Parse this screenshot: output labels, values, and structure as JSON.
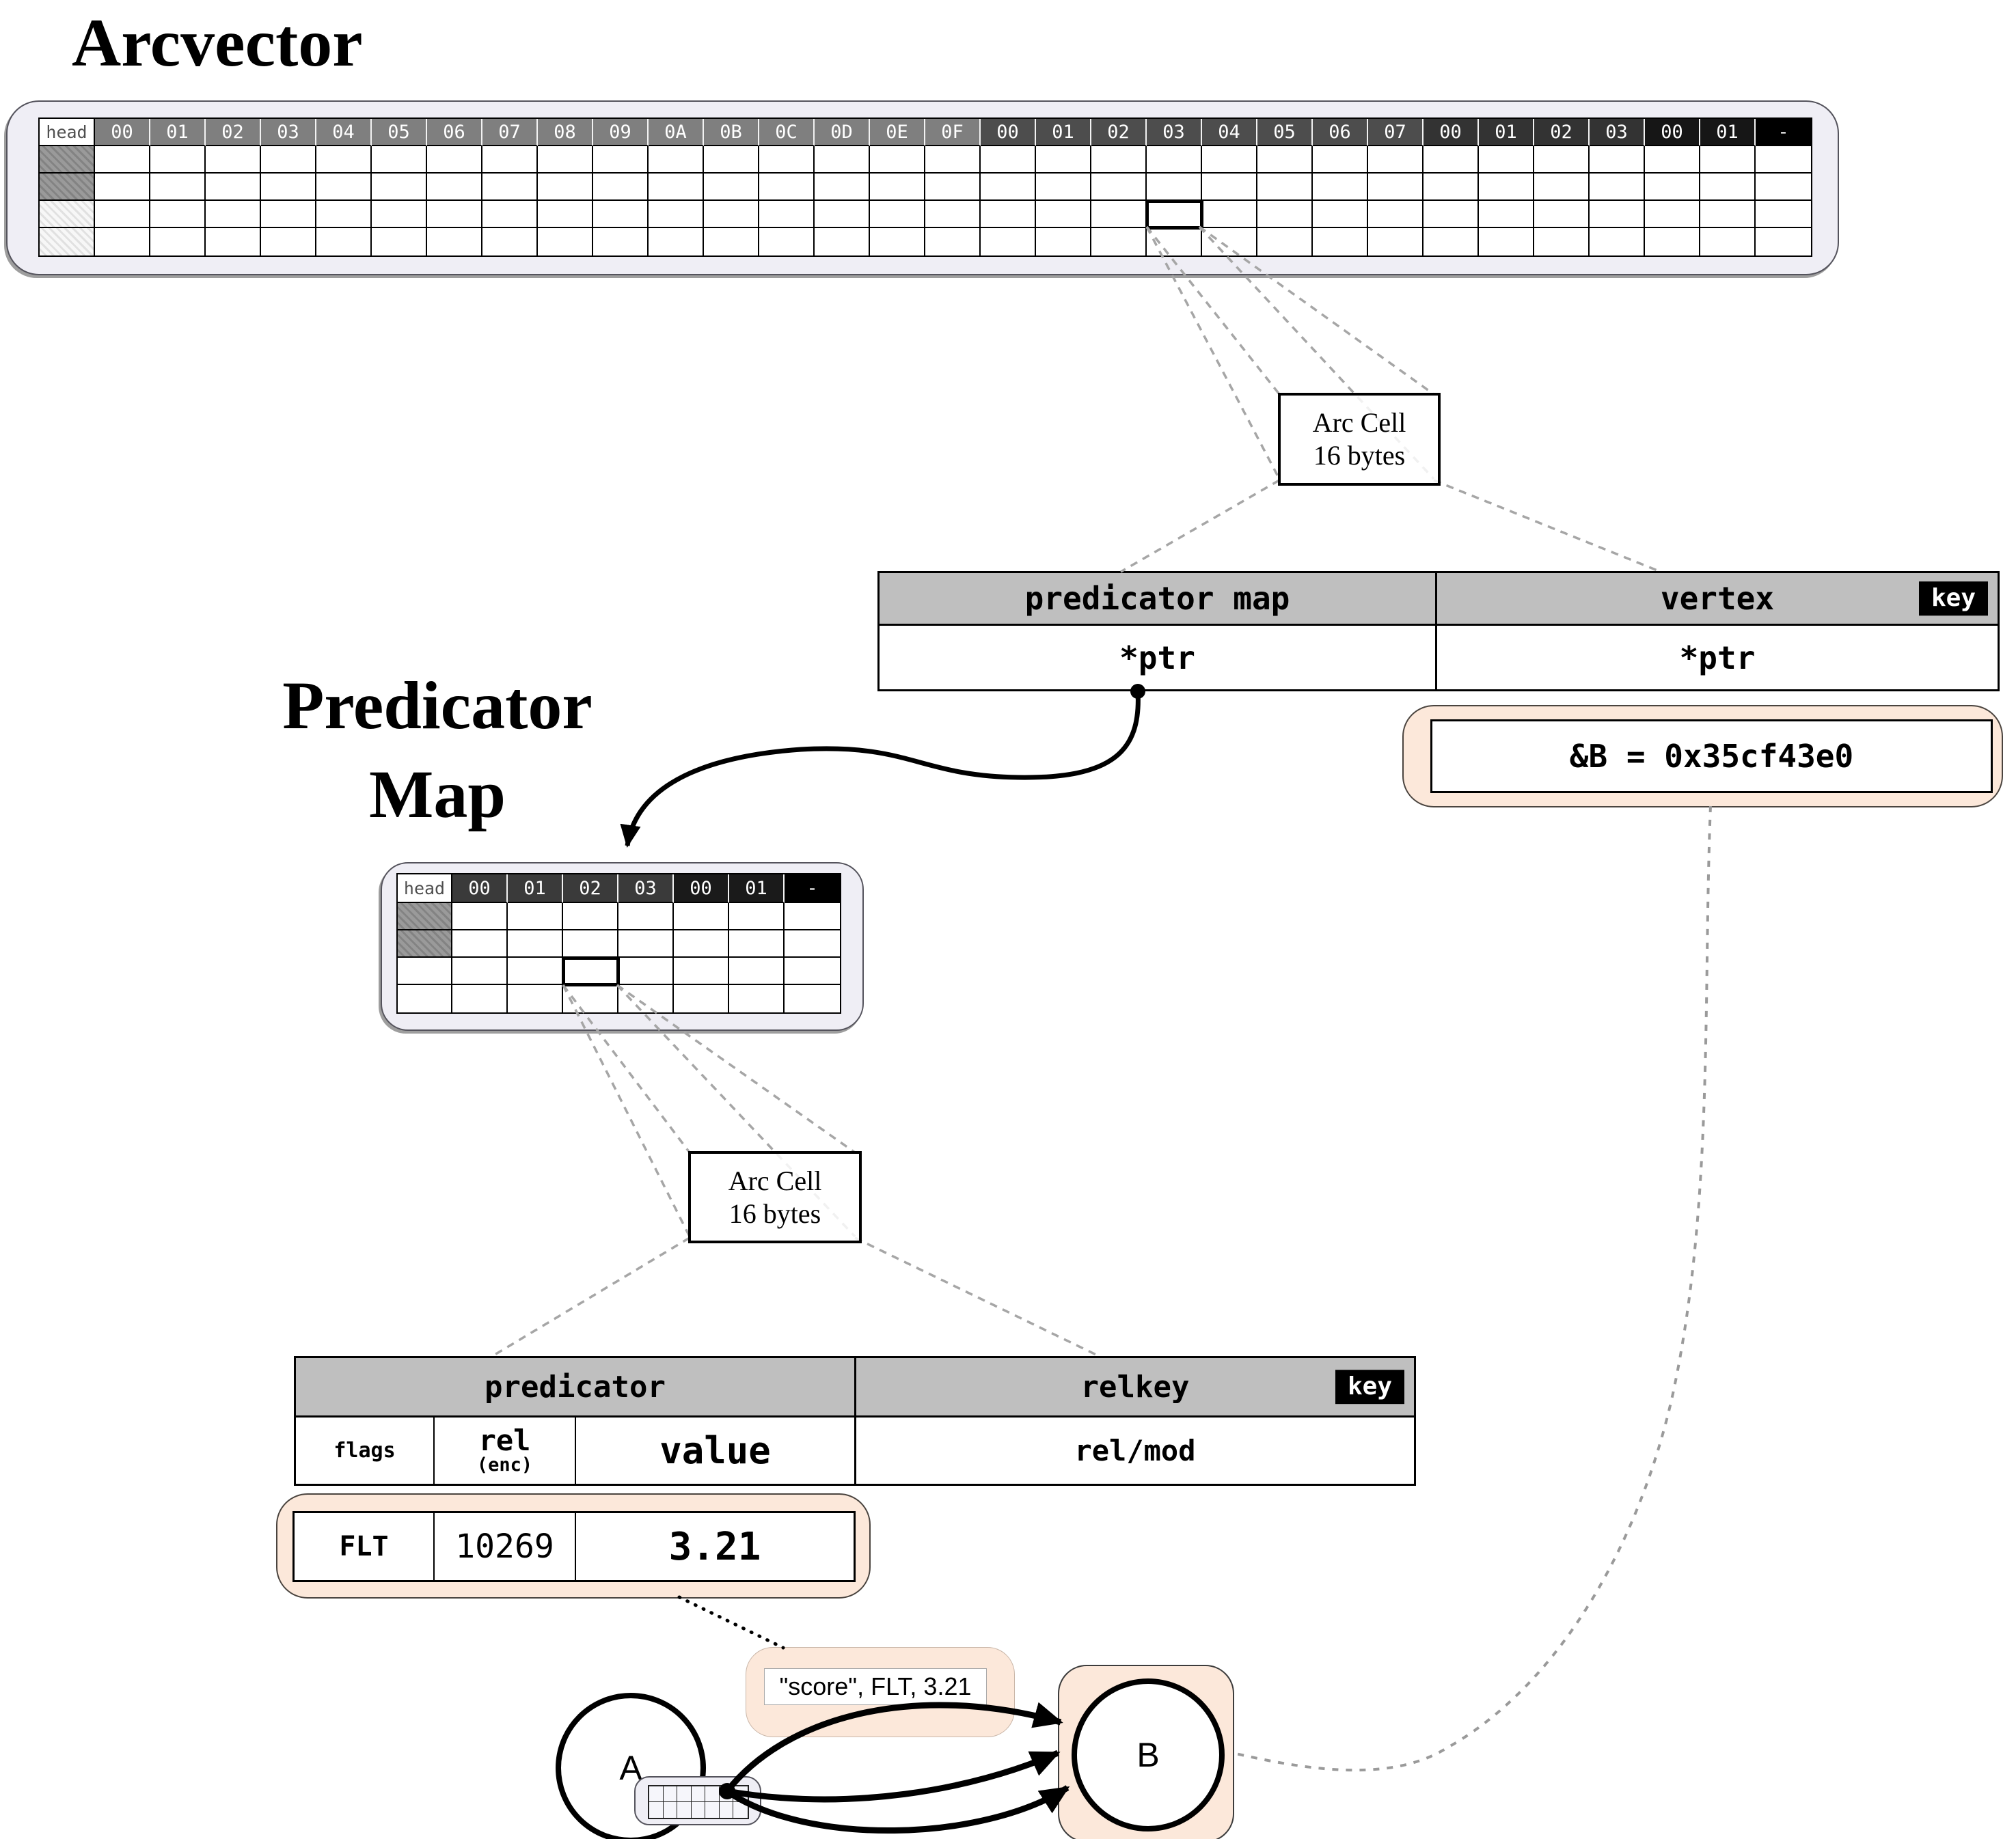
{
  "colors": {
    "peach": "#fce8da",
    "lavender": "#efeef5",
    "struct_header_gray": "#bfbfbf",
    "dashed_line_gray": "#a6a6a6",
    "highlight_border": "#000000"
  },
  "arcvector": {
    "title": "Arcvector",
    "head_label": "head",
    "column_groups": [
      {
        "labels": [
          "00",
          "01",
          "02",
          "03",
          "04",
          "05",
          "06",
          "07",
          "08",
          "09",
          "0A",
          "0B",
          "0C",
          "0D",
          "0E",
          "0F"
        ],
        "color": "#7f7f7f"
      },
      {
        "labels": [
          "00",
          "01",
          "02",
          "03",
          "04",
          "05",
          "06",
          "07"
        ],
        "color": "#4d4d4d"
      },
      {
        "labels": [
          "00",
          "01",
          "02",
          "03"
        ],
        "color": "#333333"
      },
      {
        "labels": [
          "00",
          "01"
        ],
        "color": "#161616"
      },
      {
        "labels": [
          "-"
        ],
        "color": "#000000"
      }
    ],
    "data_rows": 4,
    "head_row_styles": [
      "hatch-dark",
      "hatch-dark",
      "hatch-light",
      "hatch-light"
    ],
    "highlight": {
      "row": 2,
      "col": 19
    }
  },
  "arc_cell_callout": {
    "line1": "Arc Cell",
    "line2": "16 bytes"
  },
  "arc_cell_struct": {
    "col1_header": "predicator map",
    "col2_header": "vertex",
    "key_badge": "key",
    "col1_value": "*ptr",
    "col2_value": "*ptr"
  },
  "vertex_key_value": "&B = 0x35cf43e0",
  "predicator_map": {
    "title_line1": "Predicator",
    "title_line2": "Map",
    "head_label": "head",
    "column_groups": [
      {
        "labels": [
          "00",
          "01",
          "02",
          "03"
        ],
        "color": "#3a3a3a"
      },
      {
        "labels": [
          "00",
          "01"
        ],
        "color": "#1a1a1a"
      },
      {
        "labels": [
          "-"
        ],
        "color": "#000000"
      }
    ],
    "data_rows": 4,
    "head_row_styles": [
      "hatch-dark",
      "hatch-dark",
      "plain",
      "plain"
    ],
    "highlight": {
      "row": 2,
      "col": 2
    }
  },
  "predicator_struct": {
    "col1_header": "predicator",
    "col2_header": "relkey",
    "key_badge": "key",
    "flags_label": "flags",
    "rel_label": "rel",
    "rel_sub": "(enc)",
    "value_label": "value",
    "relmod_label": "rel/mod"
  },
  "predicator_instance": {
    "flags": "FLT",
    "rel": "10269",
    "value": "3.21"
  },
  "graph": {
    "node_a": "A",
    "node_b": "B",
    "edge_label": "\"score\", FLT, 3.21"
  }
}
